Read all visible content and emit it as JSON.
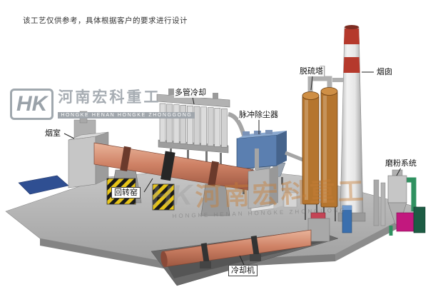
{
  "disclaimer": "该工艺仅供参考，具体根据客户的要求进行设计",
  "logo": {
    "monogram": "HK",
    "company": "河南宏科重工",
    "latin": "HONGKE HENAN HONGKE ZHONGGONG"
  },
  "watermark": {
    "monogram": "HK",
    "company": "河南宏科重工",
    "latin": "HONGKE HENAN HONGKE ZHONGGONG"
  },
  "labels": {
    "smoke_chamber": "烟室",
    "rotary_kiln": "回转窑",
    "multi_tube_cooler": "多管冷却",
    "pulse_dust_collector": "脉冲除尘器",
    "desulfurization_tower": "脱硫塔",
    "chimney": "烟囱",
    "grinding_system": "磨粉系统",
    "cooling_machine": "冷却机"
  },
  "colors": {
    "kiln": "#cf8266",
    "dust_collector": "#5b7fb0",
    "desulf_tower": "#b5752e",
    "chimney_band": "#b5392c",
    "mat_blue": "#2f4f92",
    "magenta": "#c2187e",
    "green": "#2f9160",
    "hazard_yellow": "#e6c419",
    "platform": "#b3b3b3",
    "watermark_orange": "#c9803a"
  }
}
